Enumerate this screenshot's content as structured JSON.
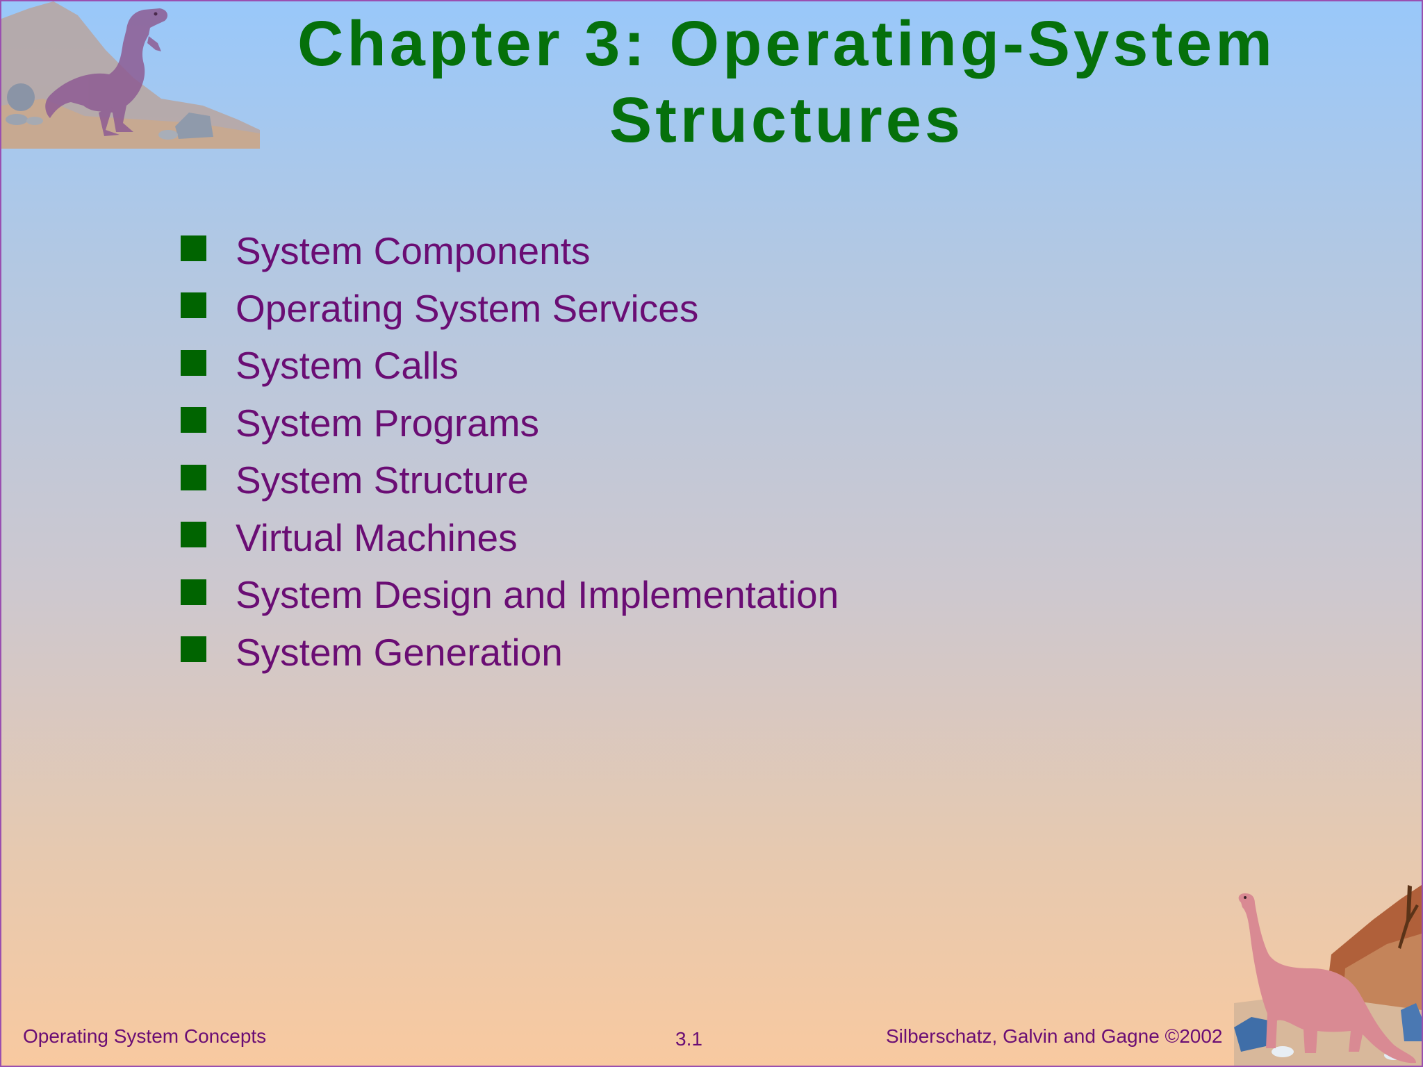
{
  "slide": {
    "title_line1": "Chapter 3:  Operating-System",
    "title_line2": "Structures",
    "bullets": [
      "System Components",
      "Operating System Services",
      "System Calls",
      "System Programs",
      "System Structure",
      "Virtual Machines",
      "System Design and Implementation",
      "System Generation"
    ]
  },
  "footer": {
    "left": "Operating System Concepts",
    "center": "3.1",
    "right": "Silberschatz, Galvin and  Gagne ©2002"
  },
  "colors": {
    "title": "#05700b",
    "bullet_text": "#6a0d74",
    "bullet_marker": "#006400",
    "border": "#9a4fb0"
  },
  "icons": {
    "top_left": "t-rex-dinosaur-illustration",
    "bottom_right": "brontosaurus-dinosaur-illustration",
    "bullet": "square-bullet-icon"
  }
}
